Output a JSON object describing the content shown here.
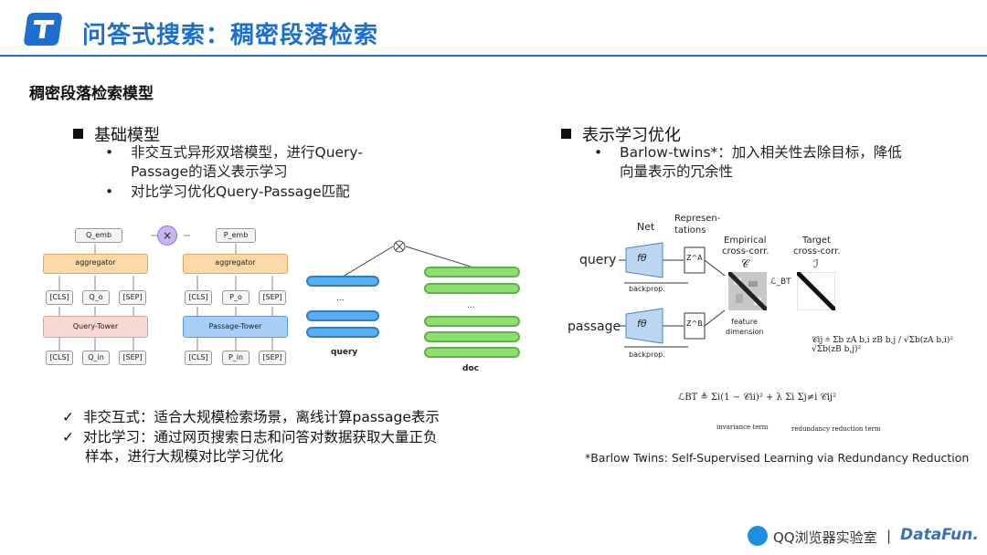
{
  "header": {
    "title": "问答式搜索：稠密段落检索",
    "subtitle": "稠密段落检索模型"
  },
  "left": {
    "heading": "基础模型",
    "bullets": [
      "非交互式异形双塔模型，进行Query-",
      "Passage的语义表示学习",
      "对比学习优化Query-Passage匹配"
    ],
    "checks": [
      "非交互式：适合大规模检索场景，离线计算passage表示",
      "对比学习：通过网页搜索日志和问答对数据获取大量正负",
      "样本，进行大规模对比学习优化"
    ],
    "diagram": {
      "q_emb": "Q_emb",
      "p_emb": "P_emb",
      "x_mark": "×",
      "aggregator": "aggregator",
      "cls": "[CLS]",
      "q_o": "Q_o",
      "p_o": "P_o",
      "sep": "[SEP]",
      "query_tower": "Query-Tower",
      "passage_tower": "Passage-Tower",
      "q_in": "Q_in",
      "p_in": "P_in",
      "query_label": "query",
      "doc_label": "doc",
      "ellipsis": "..."
    }
  },
  "right": {
    "heading": "表示学习优化",
    "bullets": [
      "Barlow-twins*：加入相关性去除目标，降低",
      "向量表示的冗余性"
    ],
    "diagram": {
      "net": "Net",
      "representations": "Represen-",
      "representations2": "tations",
      "empirical": "Empirical",
      "cross_corr": "cross-corr.",
      "c_symbol": "𝒞",
      "target": "Target",
      "target_cross": "cross-corr.",
      "i_symbol": "ℐ",
      "query": "query",
      "passage": "passage",
      "f_theta": "fθ",
      "za": "Z^A",
      "zb": "Z^B",
      "backprop": "backprop.",
      "lbt": "ℒ_BT",
      "feature": "feature",
      "dimension": "dimension",
      "cij_formula": "𝒞ij ≜ Σb zA b,i zB b,j / √Σb(zA b,i)² √Σb(zB b,j)²",
      "loss_formula": "ℒBT ≜ Σi(1 − 𝒞ii)² + λ Σi Σj≠i 𝒞ij²",
      "invariance": "invariance term",
      "redundancy": "redundancy reduction term"
    },
    "footnote": "*Barlow Twins: Self-Supervised Learning via Redundancy Reduction"
  },
  "footer": {
    "brand": "QQ浏览器实验室",
    "sep": "|",
    "datafun": "DataFun."
  },
  "colors": {
    "accent": "#1c6fd1",
    "orange": "#fcd9a8",
    "blue": "#a8cff5",
    "green": "#8de06e"
  }
}
